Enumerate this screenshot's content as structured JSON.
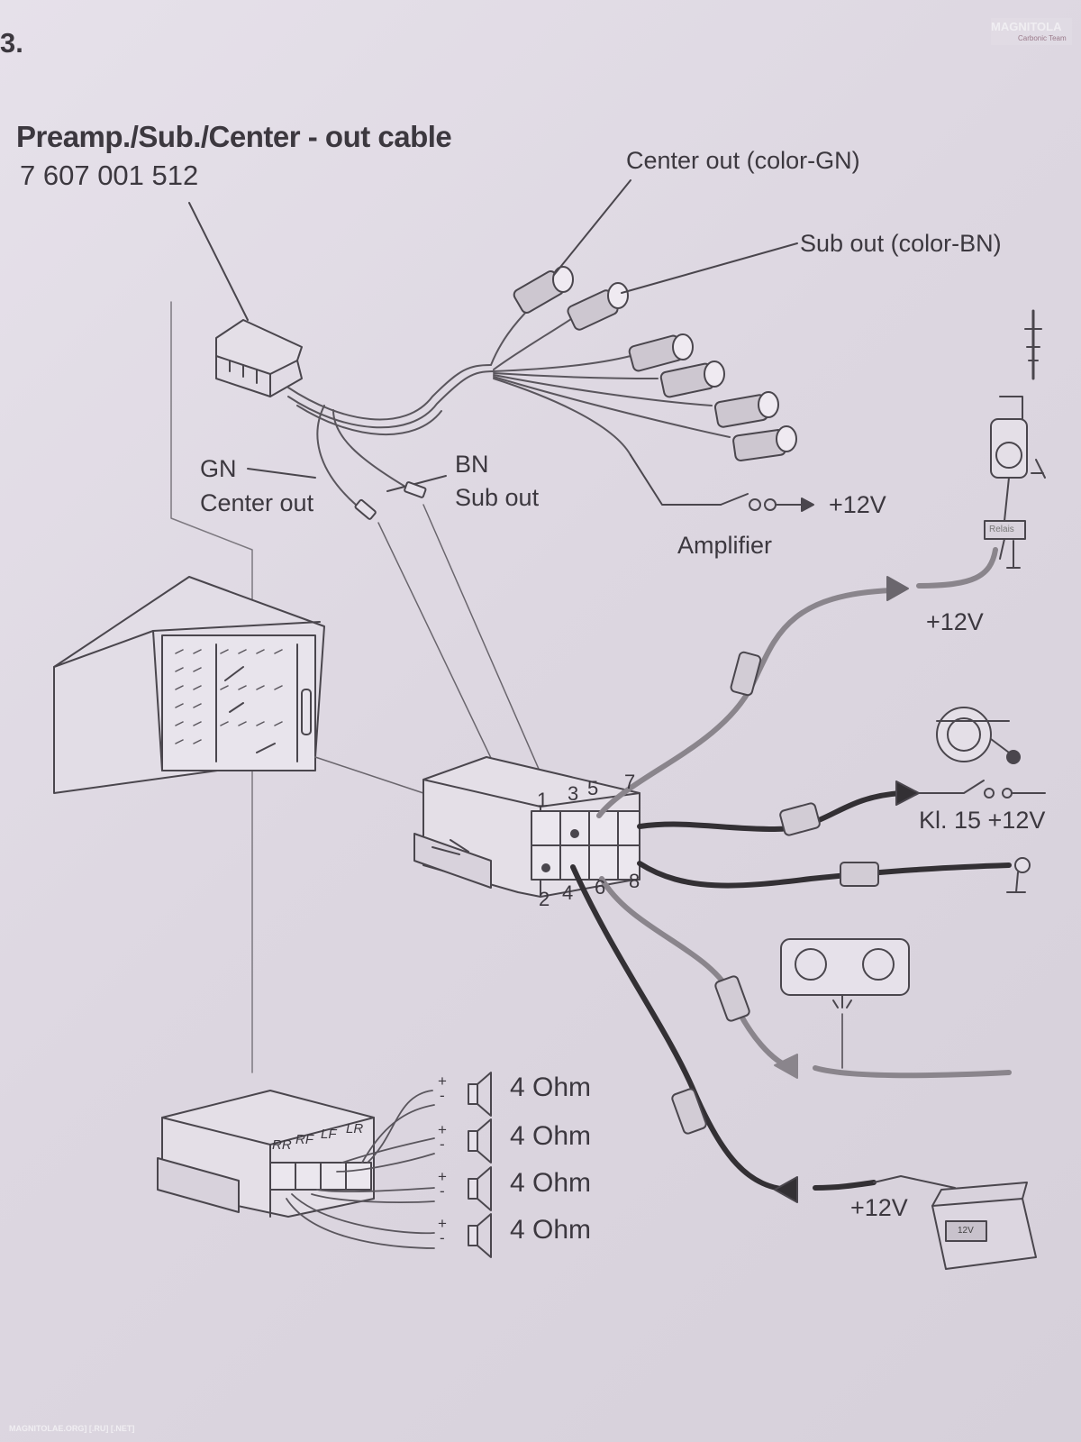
{
  "header": {
    "section_number": "3.",
    "title": "Preamp./Sub./Center - out cable",
    "part_number": "7 607 001 512"
  },
  "labels": {
    "center_out_color": "Center out  (color-GN)",
    "sub_out_color": "Sub out (color-BN)",
    "gn": "GN",
    "center_out": "Center out",
    "bn": "BN",
    "sub_out": "Sub out",
    "amplifier": "Amplifier",
    "amp_voltage": "+12V",
    "antenna_voltage": "+12V",
    "ignition": "Kl. 15 +12V",
    "battery_voltage": "+12V",
    "relais": "Relais",
    "battery_mark": "12V"
  },
  "pins": {
    "top": [
      "1",
      "3",
      "5",
      "7"
    ],
    "bottom": [
      "2",
      "4",
      "6",
      "8"
    ]
  },
  "speaker_connector": {
    "channels": [
      "RR",
      "RF",
      "LF",
      "LR"
    ]
  },
  "speakers": [
    {
      "impedance": "4 Ohm",
      "plus": "+",
      "minus": "-"
    },
    {
      "impedance": "4 Ohm",
      "plus": "+",
      "minus": "-"
    },
    {
      "impedance": "4 Ohm",
      "plus": "+",
      "minus": "-"
    },
    {
      "impedance": "4 Ohm",
      "plus": "+",
      "minus": "-"
    }
  ],
  "watermark": {
    "logo": "MAGNITOLA",
    "team": "Carbonic Team",
    "footer": "MAGNITOLAE.ORG] [.RU] [.NET]"
  },
  "colors": {
    "line": "#4a464d",
    "wire_gray": "#8a858c",
    "wire_dark": "#333034"
  }
}
